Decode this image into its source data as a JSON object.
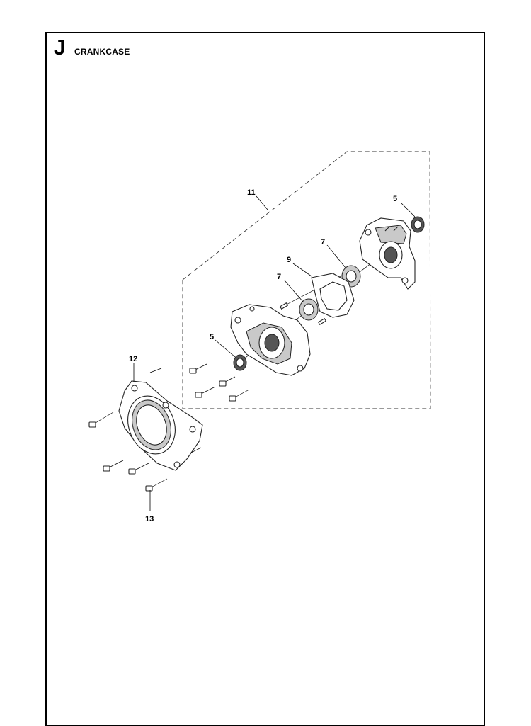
{
  "header": {
    "letter": "J",
    "title": "CRANKCASE"
  },
  "callouts": [
    {
      "id": "c11",
      "label": "11"
    },
    {
      "id": "c5a",
      "label": "5"
    },
    {
      "id": "c7a",
      "label": "7"
    },
    {
      "id": "c9",
      "label": "9"
    },
    {
      "id": "c7b",
      "label": "7"
    },
    {
      "id": "c5b",
      "label": "5"
    },
    {
      "id": "c12",
      "label": "12"
    },
    {
      "id": "c13",
      "label": "13"
    }
  ]
}
